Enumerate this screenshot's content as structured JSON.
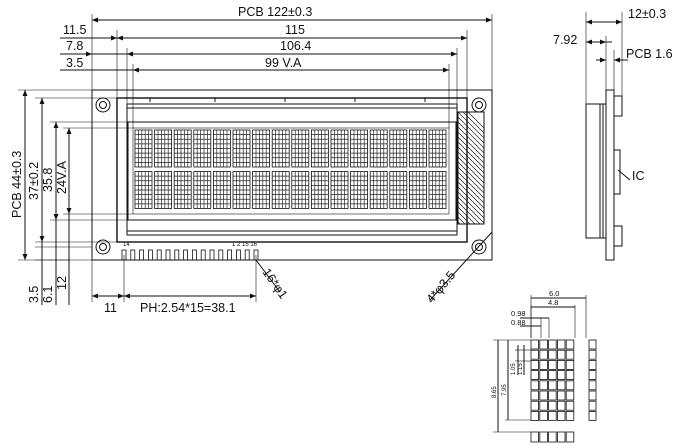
{
  "front_view": {
    "width_dims": {
      "pcb": "PCB 122±0.3",
      "bezel": "115",
      "view_area": "106.4",
      "active_area": "99 V.A",
      "off_pcb": "11.5",
      "off_bezel": "7.8",
      "off_va": "3.5"
    },
    "height_dims": {
      "pcb": "PCB 44±0.3",
      "bezel": "37±0.2",
      "view_area": "35.8",
      "active_area": "24V.A"
    },
    "bottom_dims": {
      "off_35": "3.5",
      "off_61": "6.1",
      "off_12": "12",
      "pin_offset": "11",
      "pitch": "PH:2.54*15=38.1",
      "pin_hole": "16*φ1",
      "mount_hole": "4*φ3.5"
    },
    "pin_labels": {
      "first": "14",
      "last": "1 2 15 16"
    },
    "char_grid": {
      "columns": 16,
      "rows": 2
    }
  },
  "side_view": {
    "total": "12±0.3",
    "bezel_offset": "7.92",
    "pcb_thickness": "PCB 1.6",
    "ic_label": "IC"
  },
  "char_detail": {
    "char_width": "6.0",
    "dots_width": "4.8",
    "dot_pitch": "0.98",
    "dot_size": "0.88",
    "dot_height_pitch": "1.05",
    "dot_height": "1.15",
    "char_height_dots": "7.95",
    "char_height": "8.65"
  }
}
